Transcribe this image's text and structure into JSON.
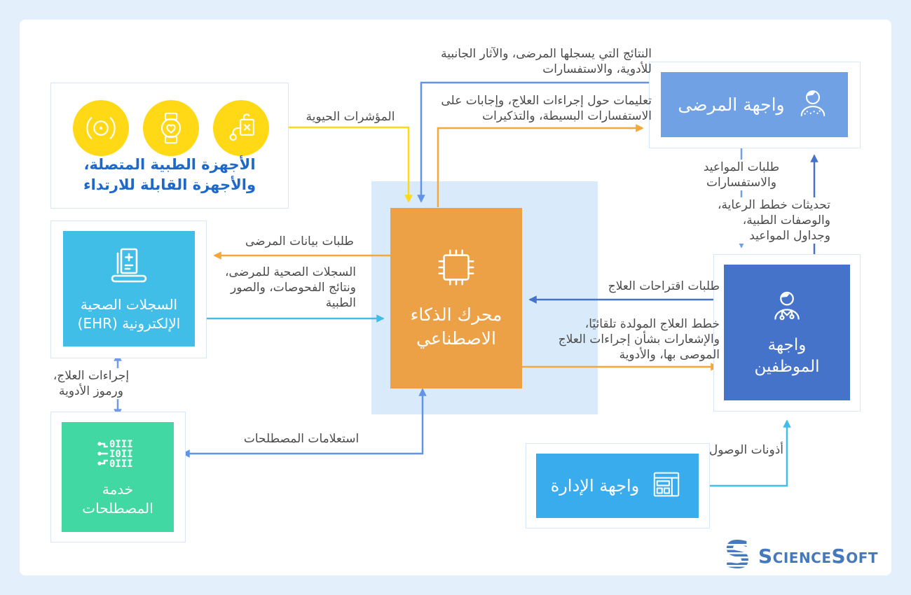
{
  "colors": {
    "page_bg": "#E3F0FC",
    "card_bg": "#FFFFFF",
    "container_border": "#D7E7F8",
    "yellow": "#FFD915",
    "devices_text_blue": "#1D68C8",
    "ehr_cyan": "#41BEE8",
    "admin_cyan": "#39ACEE",
    "terminology_green": "#41D8A4",
    "patient_blue": "#6FA1E4",
    "staff_blue": "#4573C9",
    "ai_orange": "#EDA147",
    "ai_bg_square": "#D9EAFA",
    "arrow_blue": "#6193E6",
    "arrow_orange": "#F5A738",
    "arrow_periwinkle": "#6F9AE8",
    "label_text": "#4B4B4B",
    "brand_blue": "#4579BC"
  },
  "nodes": {
    "devices": {
      "label": "الأجهزة الطبية المتصلة،\nوالأجهزة القابلة للارتداء",
      "icons": [
        "sensor-icon",
        "smartwatch-icon",
        "infusion-pump-icon"
      ]
    },
    "ai_engine": {
      "label": "محرك الذكاء\nالاصطناعي",
      "icon": "chip-icon"
    },
    "patient_ui": {
      "label": "واجهة المرضى",
      "icon": "patient-icon"
    },
    "staff_ui": {
      "label": "واجهة\nالموظفين",
      "icon": "doctor-icon"
    },
    "ehr": {
      "label": "السجلات الصحية\nالإلكترونية (EHR)",
      "icon": "laptop-medical-icon"
    },
    "terminology": {
      "label": "خدمة\nالمصطلحات",
      "icon": "binary-code-icon"
    },
    "admin_ui": {
      "label": "واجهة الإدارة",
      "icon": "dashboard-icon"
    }
  },
  "edges": {
    "vitals": "المؤشرات الحيوية",
    "patient_outcomes": "النتائج التي يسجلها المرضى، والآثار الجانبية\nللأدوية، والاستفسارات",
    "instructions": "تعليمات حول إجراءات العلاج، وإجابات على\nالاستفسارات البسيطة، والتذكيرات",
    "appointment_requests": "طلبات المواعيد\nوالاستفسارات",
    "care_plan_updates": "تحديثات خطط الرعاية،\nوالوصفات الطبية،\nوجداول المواعيد",
    "patient_data_requests": "طلبات بيانات المرضى",
    "health_records": "السجلات الصحية للمرضى،\nونتائج الفحوصات، والصور\nالطبية",
    "treatment_suggestions": "طلبات اقتراحات العلاج",
    "treatment_plans": "خطط العلاج المولدة تلقائيًا،\nوالإشعارات بشأن إجراءات العلاج\nالموصى بها، والأدوية",
    "procedures_codes": "إجراءات العلاج،\nورموز الأدوية",
    "terminology_queries": "استعلامات المصطلحات",
    "access_permissions": "أذونات الوصول"
  },
  "brand": {
    "name": "ScienceSoft"
  }
}
